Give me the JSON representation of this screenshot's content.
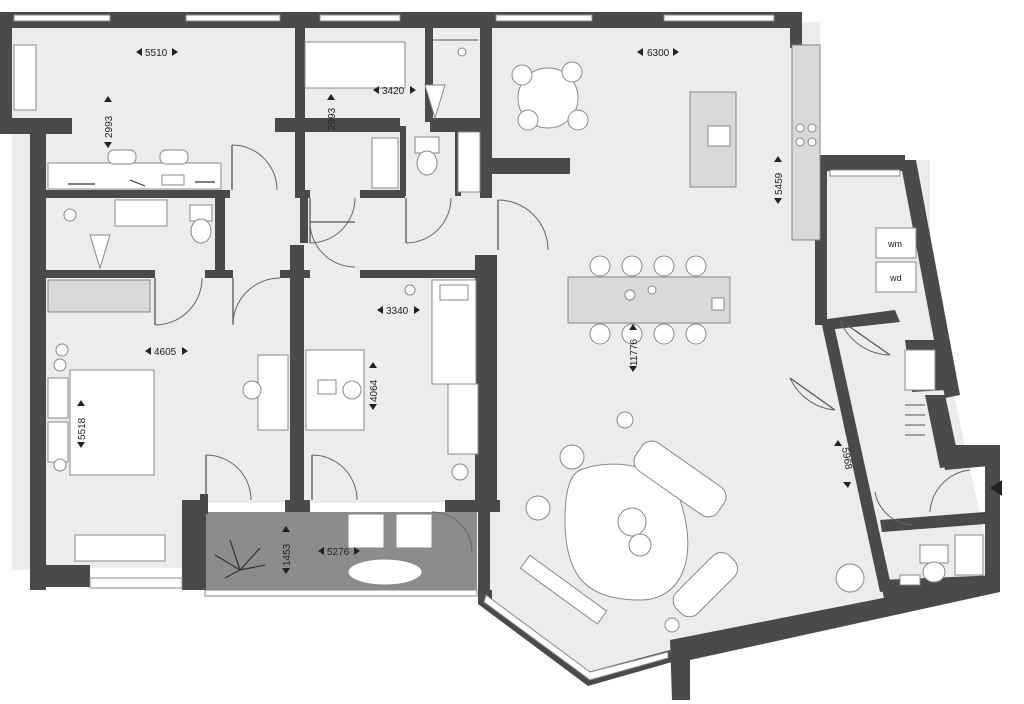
{
  "dimensions": {
    "office_width": "5510",
    "office_depth": "2993",
    "bath_width": "3420",
    "bath_depth": "2993",
    "kitchen_width": "6300",
    "kitchen_depth": "5459",
    "bedroom_width": "4605",
    "bedroom_depth": "5518",
    "bedroom2_width": "3340",
    "bedroom2_depth": "4064",
    "living_length": "11776",
    "hall_length": "5968",
    "balcony_width": "5276",
    "balcony_depth": "1453"
  },
  "appliances": {
    "washing_machine": "wm",
    "dryer": "wd"
  }
}
